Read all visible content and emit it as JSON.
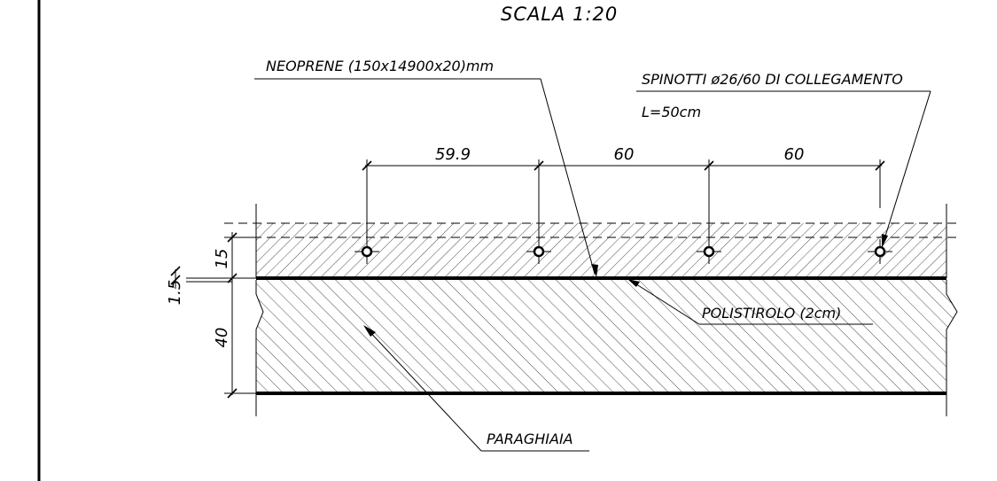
{
  "title": "SCALA 1:20",
  "labels": {
    "neoprene": "NEOPRENE (150x14900x20)mm",
    "spinotti": "SPINOTTI ø26/60 DI COLLEGAMENTO",
    "spinotti_length": "L=50cm",
    "polistirolo": "POLISTIROLO (2cm)",
    "paraghiaia": "PARAGHIAIA"
  },
  "dimensions": {
    "horizontal": [
      "59.9",
      "60",
      "60"
    ],
    "vertical": [
      "15",
      "1.5",
      "40"
    ]
  },
  "colors": {
    "line": "#000000",
    "background": "#ffffff"
  }
}
